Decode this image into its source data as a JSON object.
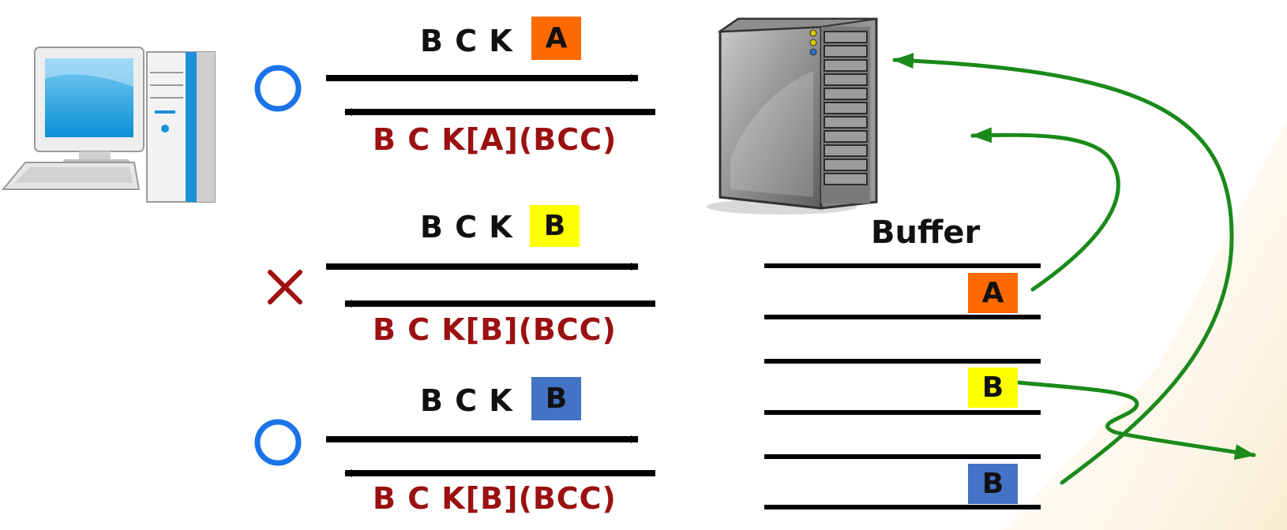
{
  "rows": [
    {
      "request": "B C K",
      "tag": "A",
      "tag_color": "#ff6a00",
      "response": "B C K[A](BCC)",
      "status": "circle",
      "status_color": "#1a73e8"
    },
    {
      "request": "B C K",
      "tag": "B",
      "tag_color": "#ffff00",
      "response": "B C K[B](BCC)",
      "status": "cross",
      "status_color": "#a01010"
    },
    {
      "request": "B C K",
      "tag": "B",
      "tag_color": "#4472c4",
      "response": "B C K[B](BCC)",
      "status": "circle",
      "status_color": "#1a73e8"
    }
  ],
  "buffer": {
    "title": "Buffer",
    "slots": [
      {
        "tag": "A",
        "color": "#ff6a00"
      },
      {
        "tag": "B",
        "color": "#ffff00"
      },
      {
        "tag": "B",
        "color": "#4472c4"
      }
    ]
  },
  "colors": {
    "arrow": "#000000",
    "flow": "#1a8a1a"
  }
}
